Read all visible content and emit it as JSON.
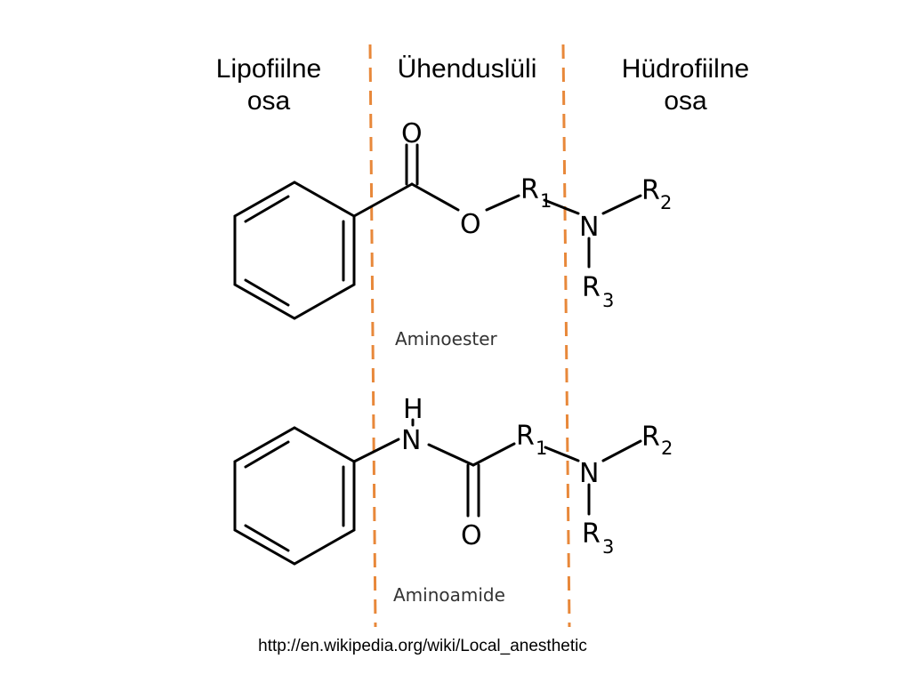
{
  "headers": {
    "lipophilic": [
      "Lipofiilne",
      "osa"
    ],
    "linker": [
      "Ühenduslüli"
    ],
    "hydrophilic": [
      "Hüdrofiilne",
      "osa"
    ]
  },
  "molecules": {
    "ester": {
      "caption": "Aminoester",
      "atoms": {
        "carbonyl_o": "O",
        "ester_o": "O",
        "r1": "R",
        "r1_sub": "1",
        "n": "N",
        "r2": "R",
        "r2_sub": "2",
        "r3": "R",
        "r3_sub": "3"
      }
    },
    "amide": {
      "caption": "Aminoamide",
      "atoms": {
        "h": "H",
        "nh_n": "N",
        "carbonyl_o": "O",
        "r1": "R",
        "r1_sub": "1",
        "n": "N",
        "r2": "R",
        "r2_sub": "2",
        "r3": "R",
        "r3_sub": "3"
      }
    }
  },
  "source": "http://en.wikipedia.org/wiki/Local_anesthetic",
  "colors": {
    "divider": "#E8883A",
    "bond": "#000000"
  }
}
